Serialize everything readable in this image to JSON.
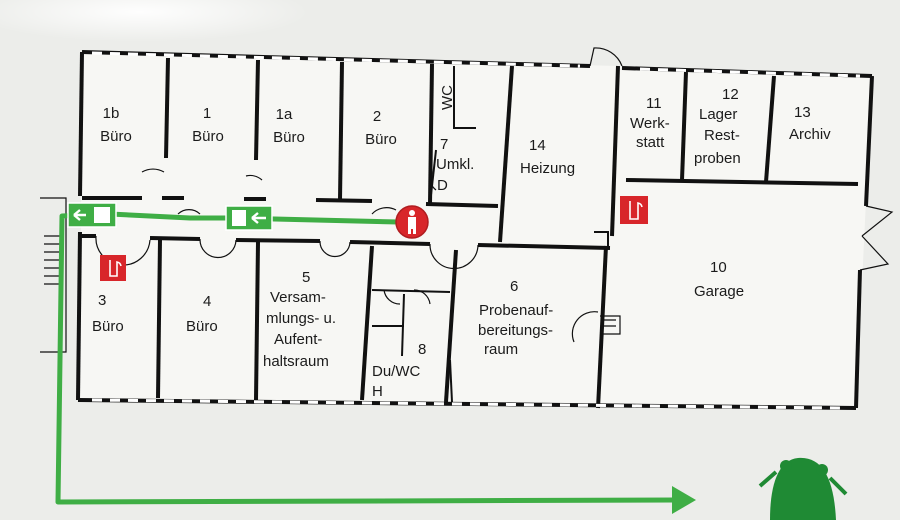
{
  "rooms": {
    "r1b": {
      "line1": "1b",
      "line2": "Büro"
    },
    "r1": {
      "line1": "1",
      "line2": "Büro"
    },
    "r1a": {
      "line1": "1a",
      "line2": "Büro"
    },
    "r2": {
      "line1": "2",
      "line2": "Büro"
    },
    "r7": {
      "line1": "7",
      "line2": "Umkl.",
      "line3": "D",
      "wc": "WC"
    },
    "r14": {
      "line1": "14",
      "line2": "Heizung"
    },
    "r11": {
      "line1": "11",
      "line2": "Werk-",
      "line3": "statt"
    },
    "r12": {
      "line1": "12",
      "line2": "Lager",
      "line3": "Rest-",
      "line4": "proben"
    },
    "r13": {
      "line1": "13",
      "line2": "Archiv"
    },
    "r3": {
      "line1": "3",
      "line2": "Büro"
    },
    "r4": {
      "line1": "4",
      "line2": "Büro"
    },
    "r5": {
      "line1": "5",
      "line2": "Versam-",
      "line3": "mlungs- u.",
      "line4": "Aufent-",
      "line5": "haltsraum"
    },
    "r8": {
      "line1": "8",
      "line2": "Du/WC",
      "line3": "H"
    },
    "r6": {
      "line1": "6",
      "line2": "Probenauf-",
      "line3": "bereitungs-",
      "line4": "raum"
    },
    "r10": {
      "line1": "10",
      "line2": "Garage"
    }
  },
  "colors": {
    "escape_route": "#3fae45",
    "wall": "#111111",
    "fire_extinguisher": "#d8262a",
    "assembly_point": "#1f8a34",
    "background": "#ecedea",
    "floor": "#f7f7f4"
  },
  "icons": [
    "exit-sign-icon",
    "fire-extinguisher-icon",
    "you-are-here-icon",
    "assembly-point-icon",
    "route-arrow-icon",
    "stairs-icon"
  ]
}
